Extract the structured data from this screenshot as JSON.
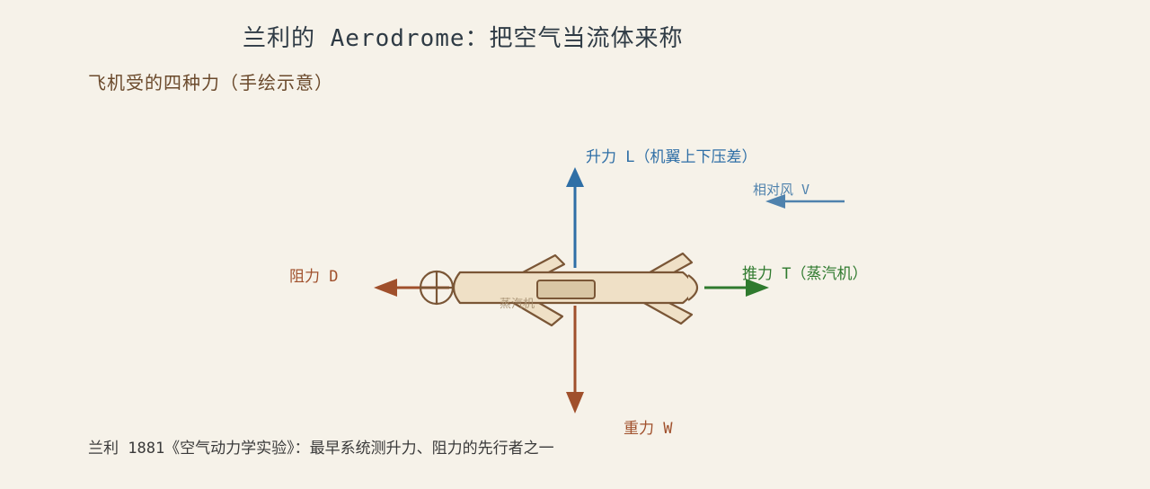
{
  "title": "兰利的 Aerodrome：把空气当流体来称",
  "subtitle": "飞机受的四种力（手绘示意）",
  "forces": {
    "lift": "升力 L（机翼上下压差）",
    "wind": "相对风 V",
    "drag": "阻力 D",
    "thrust": "推力 T（蒸汽机）",
    "weight": "重力 W"
  },
  "engine_label": "蒸汽机",
  "footer_note": "兰利 1881《空气动力学实验》：最早系统测升力、阻力的先行者之一",
  "colors": {
    "background": "#f6f2e9",
    "lift": "#2f6fa6",
    "wind": "#4f82ad",
    "drag": "#a0502c",
    "weight": "#a0502c",
    "thrust": "#2f7a2e",
    "aircraft_fill": "#efe0c6",
    "aircraft_stroke": "#7a5636"
  }
}
